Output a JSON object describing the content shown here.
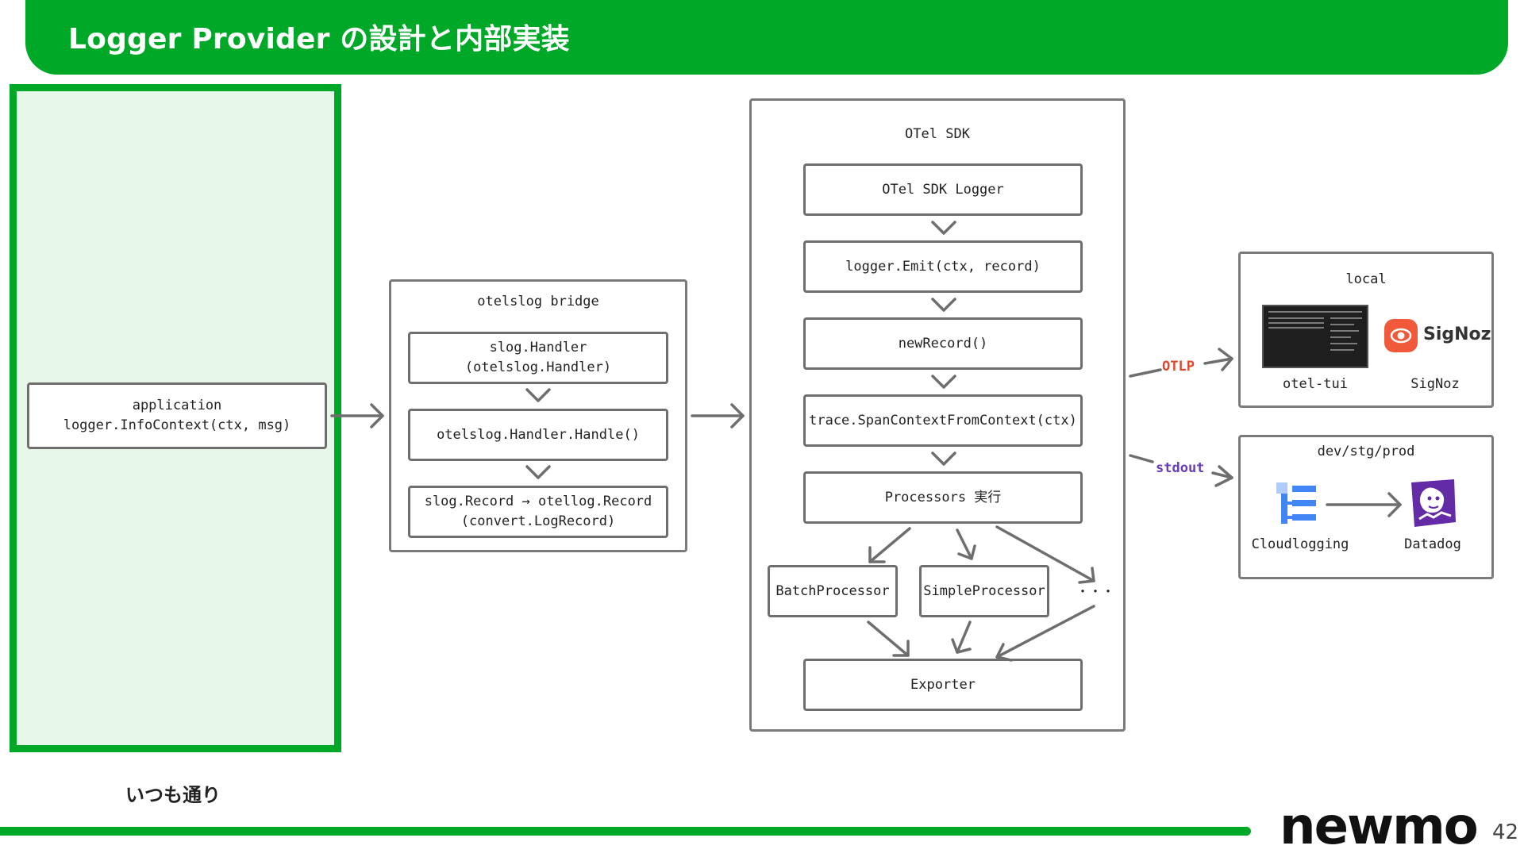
{
  "header": {
    "title": "Logger Provider の設計と内部実装"
  },
  "application": {
    "line1": "application",
    "line2": "logger.InfoContext(ctx, msg)"
  },
  "caption": "いつも通り",
  "bridge": {
    "title": "otelslog bridge",
    "handler_line1": "slog.Handler",
    "handler_line2": "(otelslog.Handler)",
    "handle": "otelslog.Handler.Handle()",
    "record_line1": "slog.Record → otellog.Record",
    "record_line2": "(convert.LogRecord)"
  },
  "sdk": {
    "title": "OTel SDK",
    "logger": "OTel SDK Logger",
    "emit": "logger.Emit(ctx, record)",
    "new_record": "newRecord()",
    "span_context": "trace.SpanContextFromContext(ctx)",
    "processors": "Processors 実行",
    "batch": "BatchProcessor",
    "simple": "SimpleProcessor",
    "ellipsis": "・・・",
    "exporter": "Exporter"
  },
  "local": {
    "title": "local",
    "otel_tui": "otel-tui",
    "signoz_label": "SigNoz",
    "signoz_logo_text": "SigNoz"
  },
  "env": {
    "title": "dev/stg/prod",
    "cloudlogging": "Cloudlogging",
    "datadog": "Datadog"
  },
  "edges": {
    "otlp": "OTLP",
    "stdout": "stdout"
  },
  "footer": {
    "logo": "newmo",
    "page": "42"
  },
  "colors": {
    "brand_green": "#00a827",
    "box_border": "#6e6e6e",
    "otlp": "#e0472c",
    "stdout": "#6a3db8"
  }
}
